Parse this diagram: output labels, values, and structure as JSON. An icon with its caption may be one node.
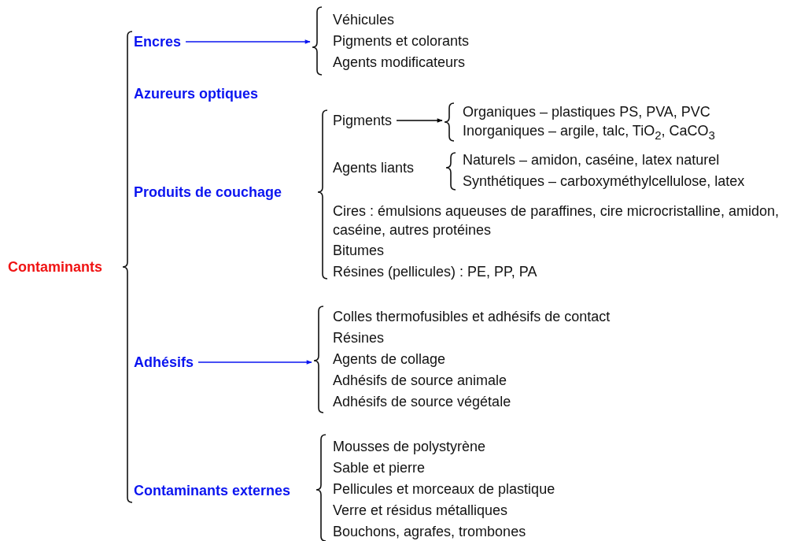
{
  "diagram": {
    "nodes": [
      {
        "text": [
          "Encres"
        ]
      },
      {
        "text": [],
        "shape": "brace"
      },
      {
        "text": [
          "Pigments"
        ]
      },
      {
        "text": [],
        "shape": "brace"
      },
      {
        "text": [
          "Adhésifs"
        ]
      },
      {
        "text": [],
        "shape": "brace"
      }
    ],
    "edges": [
      {
        "from": 0,
        "to": 1,
        "arrow": "to"
      },
      {
        "from": 2,
        "to": 3,
        "arrow": "to",
        "color": "#000000"
      },
      {
        "from": 4,
        "to": 5,
        "arrow": "to"
      }
    ],
    "labels": [
      "Contaminants",
      "Azureurs optiques",
      "Véhicules",
      "Pigments et colorants",
      "Agents modificateurs",
      "Produits de couchage",
      "Organiques – plastiques PS, PVA, PVC",
      "Inorganiques – argile, talc, TiO$_{2}$, CaCO$_{3}$",
      "Agents liants",
      "Naturels – amidon, caséine, latex naturel",
      "Synthétiques – carboxyméthylcellulose, latex",
      "Cires : émulsions aqueuses de paraffines, cire microcristalline, amidon, caséine, autres protéines",
      "Bitumes",
      "Résines (pellicules) : PE, PP, PA",
      "Colles thermofusibles et adhésifs de contact",
      "Résines",
      "Agents de collage",
      "Adhésifs de source animale",
      "Adhésifs de source végétale",
      "Contaminants externes",
      "Mousses de polystyrène",
      "Sable et pierre",
      "Pellicules et morceaux de plastique",
      "Verre et résidus métalliques",
      "Bouchons, agrafes, trombones"
    ]
  }
}
